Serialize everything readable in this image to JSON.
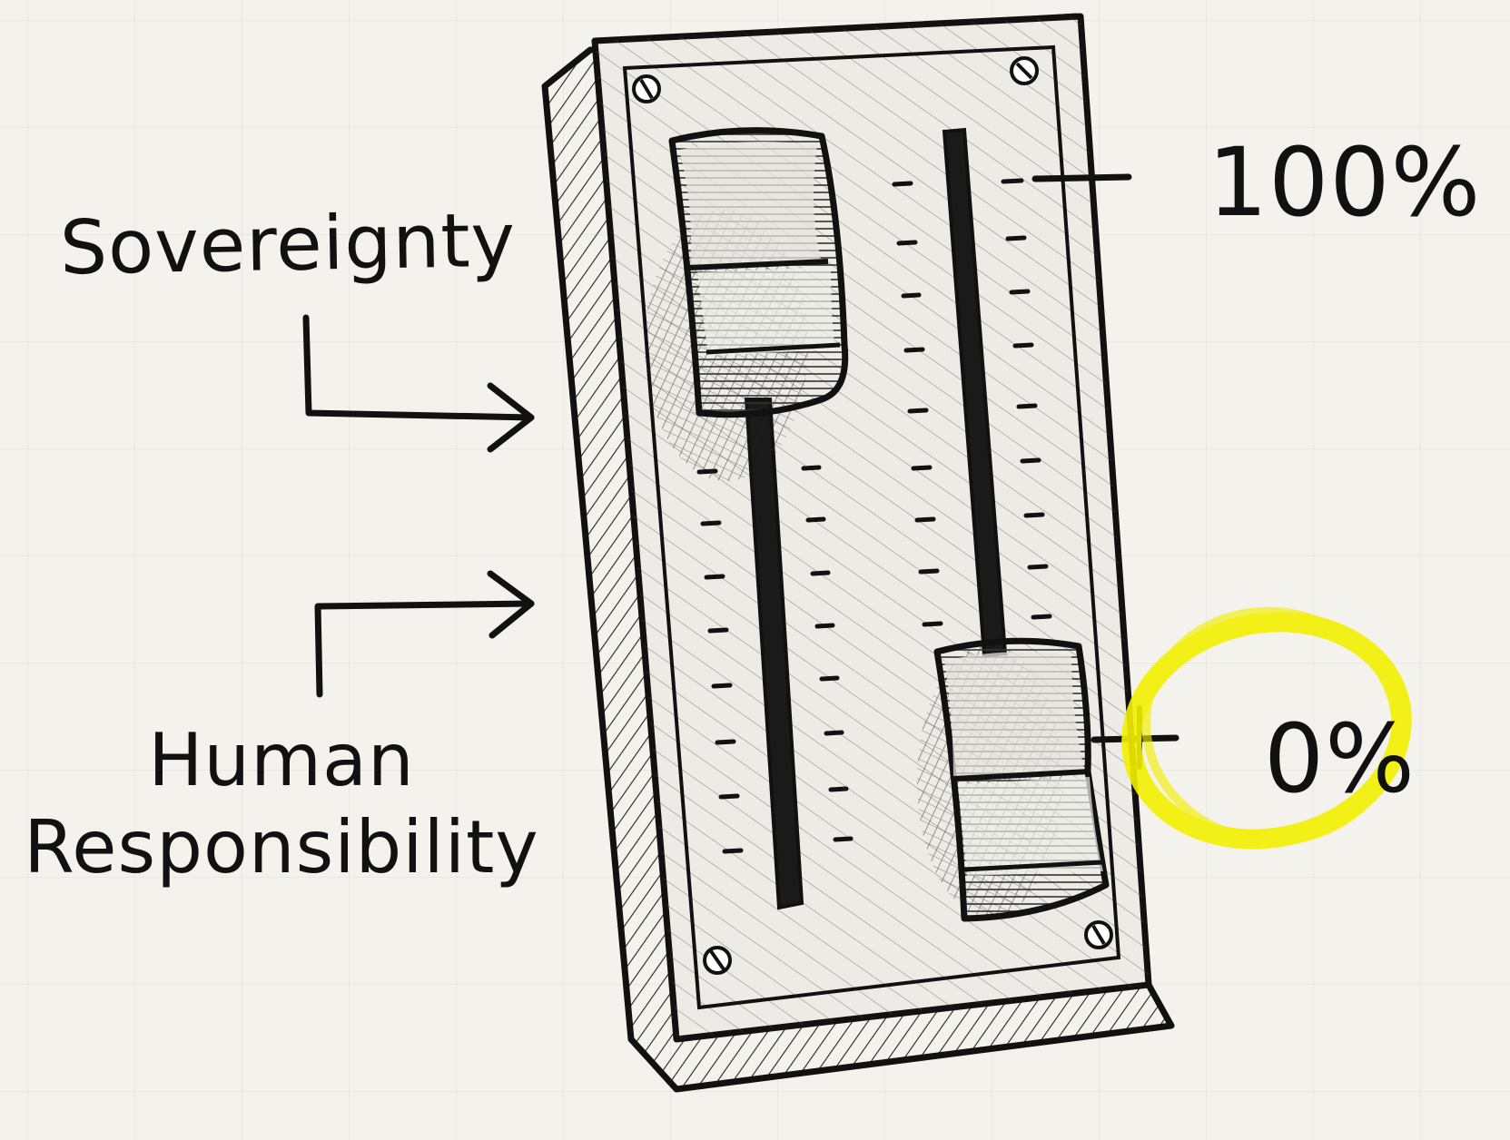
{
  "labels": {
    "sovereignty": "Sovereignty",
    "human_responsibility": [
      "Human",
      "Responsibility"
    ],
    "top_scale": "100%",
    "bottom_scale": "0%"
  },
  "sliders": {
    "sovereignty_level": 1.0,
    "human_responsibility_level": 0.0
  },
  "colors": {
    "ink": "#111111",
    "paper": "#f3f2ec",
    "highlight": "#f4f000"
  }
}
